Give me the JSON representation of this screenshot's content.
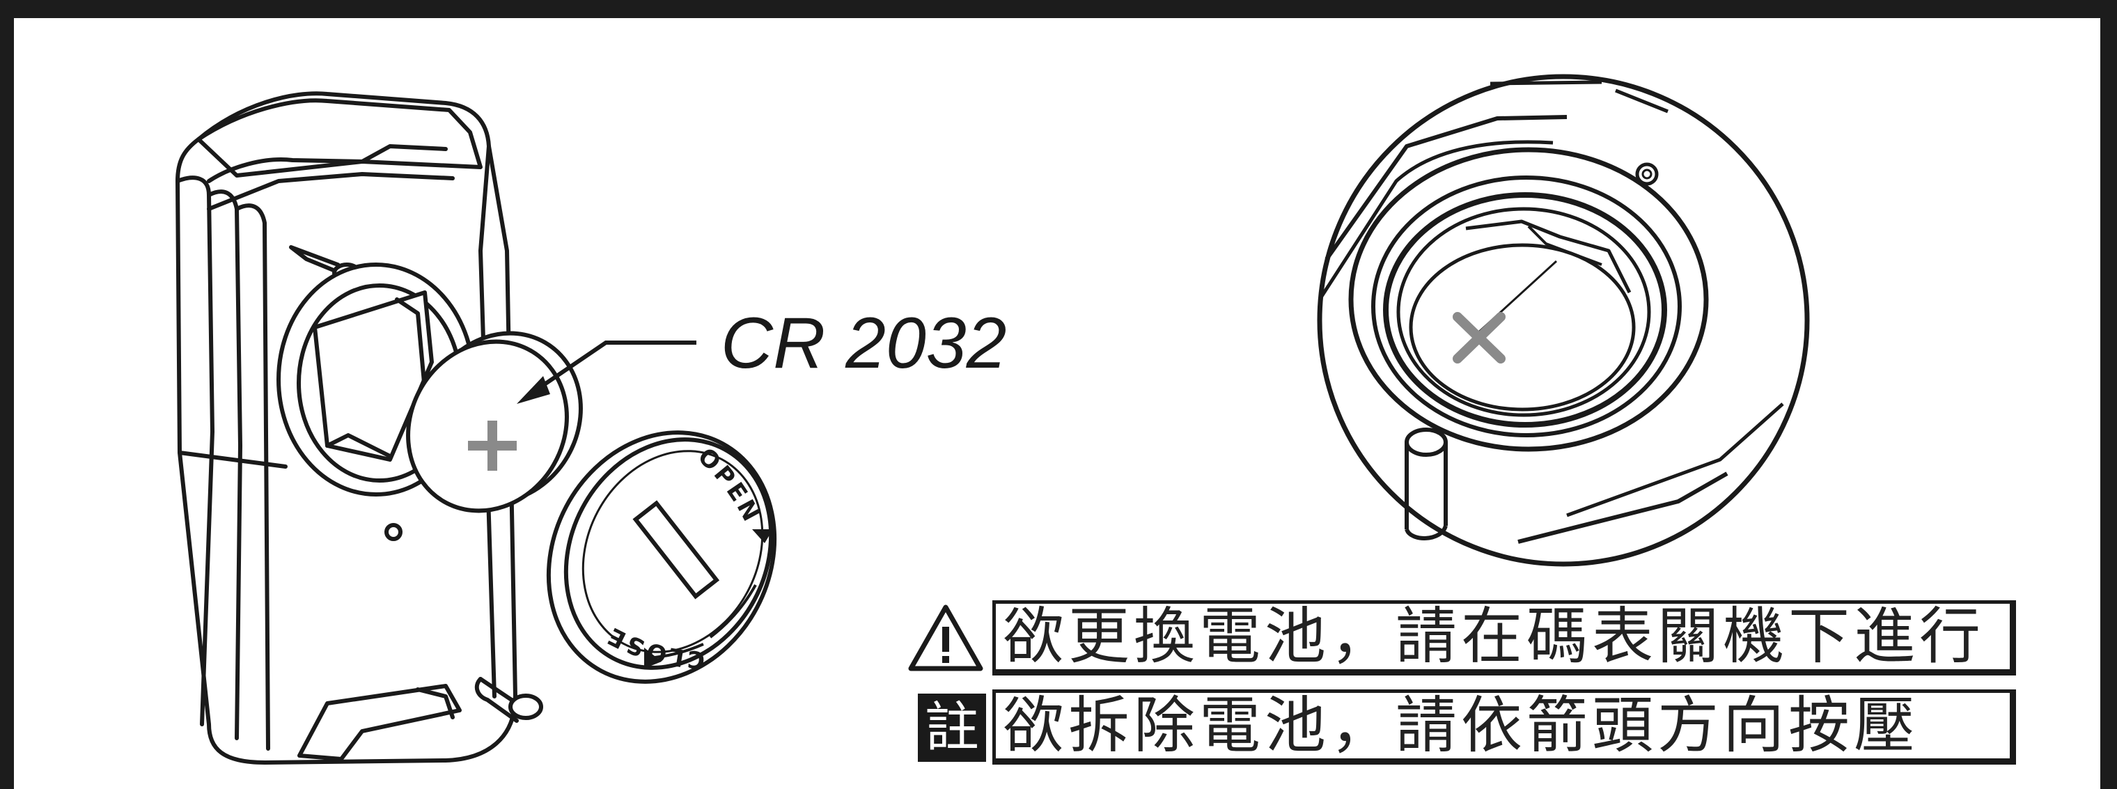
{
  "battery_label": "CR 2032",
  "cover_arc_text": {
    "open": "OPEN",
    "close": "CLOSE"
  },
  "notes": {
    "warning_text": "欲更換電池，請在碼表關機下進行",
    "note_badge": "註",
    "note_text": "欲拆除電池，請依箭頭方向按壓"
  },
  "colors": {
    "line": "#1a1a1a",
    "plus_mark": "#8a8a8a",
    "background": "#ffffff"
  }
}
